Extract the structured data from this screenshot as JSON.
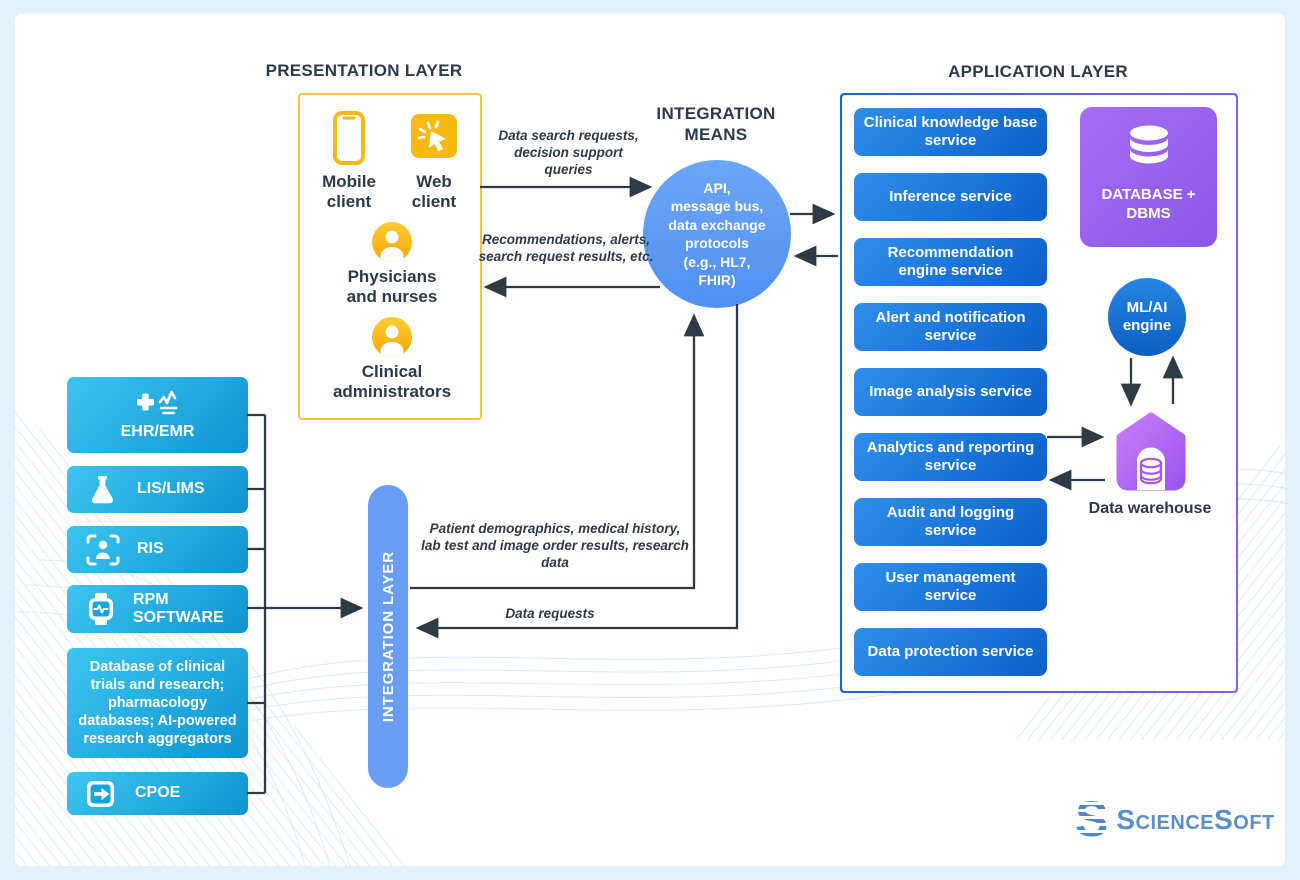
{
  "presentation": {
    "title": "PRESENTATION LAYER",
    "mobile_client": "Mobile client",
    "web_client": "Web client",
    "physicians": "Physicians and nurses",
    "admins": "Clinical administrators"
  },
  "integration_means": {
    "title": "INTEGRATION MEANS",
    "bubble_lines": [
      "API,",
      "message bus,",
      "data exchange",
      "protocols",
      "(e.g., HL7,",
      "FHIR)"
    ]
  },
  "application": {
    "title": "APPLICATION LAYER",
    "services": [
      "Clinical knowledge base service",
      "Inference service",
      "Recommendation engine service",
      "Alert and notification service",
      "Image analysis service",
      "Analytics and reporting service",
      "Audit and logging service",
      "User management service",
      "Data protection service"
    ],
    "database_label": "DATABASE + DBMS",
    "mlai_label": "ML/AI engine",
    "warehouse_label": "Data warehouse"
  },
  "integration_layer": {
    "label": "INTEGRATION LAYER"
  },
  "sources": [
    {
      "label": "EHR/EMR",
      "icon": "medical-records-icon"
    },
    {
      "label": "LIS/LIMS",
      "icon": "lab-flask-icon"
    },
    {
      "label": "RIS",
      "icon": "body-scan-icon"
    },
    {
      "label": "RPM SOFTWARE",
      "icon": "smartwatch-icon"
    },
    {
      "label": "Database of clinical trials and research; pharmacology databases; AI-powered research aggregators",
      "icon": ""
    },
    {
      "label": "CPOE",
      "icon": "order-entry-icon"
    }
  ],
  "flow_labels": {
    "to_means": "Data search requests, decision support queries",
    "from_means": "Recommendations, alerts, search request results, etc.",
    "patient_data": "Patient demographics, medical history, lab test and image order results, research data",
    "data_requests": "Data requests"
  },
  "branding": {
    "logo_glyph": "S",
    "logo_text": "ScienceSoft"
  },
  "colors": {
    "background": "#e3f1fd",
    "card": "#ffffff",
    "arrow": "#2e3b46",
    "yellow_accent": "#f6c243",
    "cyan_box_top": "#3cc6f0",
    "cyan_box_bottom": "#0e93d0",
    "service_blue_top": "#2f8fec",
    "service_blue_bottom": "#0a60c8",
    "bubble_blue": "#5b9af3",
    "integration_bar": "#6a9df4",
    "purple_top": "#a76cf3",
    "purple_bottom": "#8a58ea",
    "warehouse_purple": "#a757ef",
    "logo_blue": "#5b8fc6",
    "title_text": "#2b3a4c"
  }
}
